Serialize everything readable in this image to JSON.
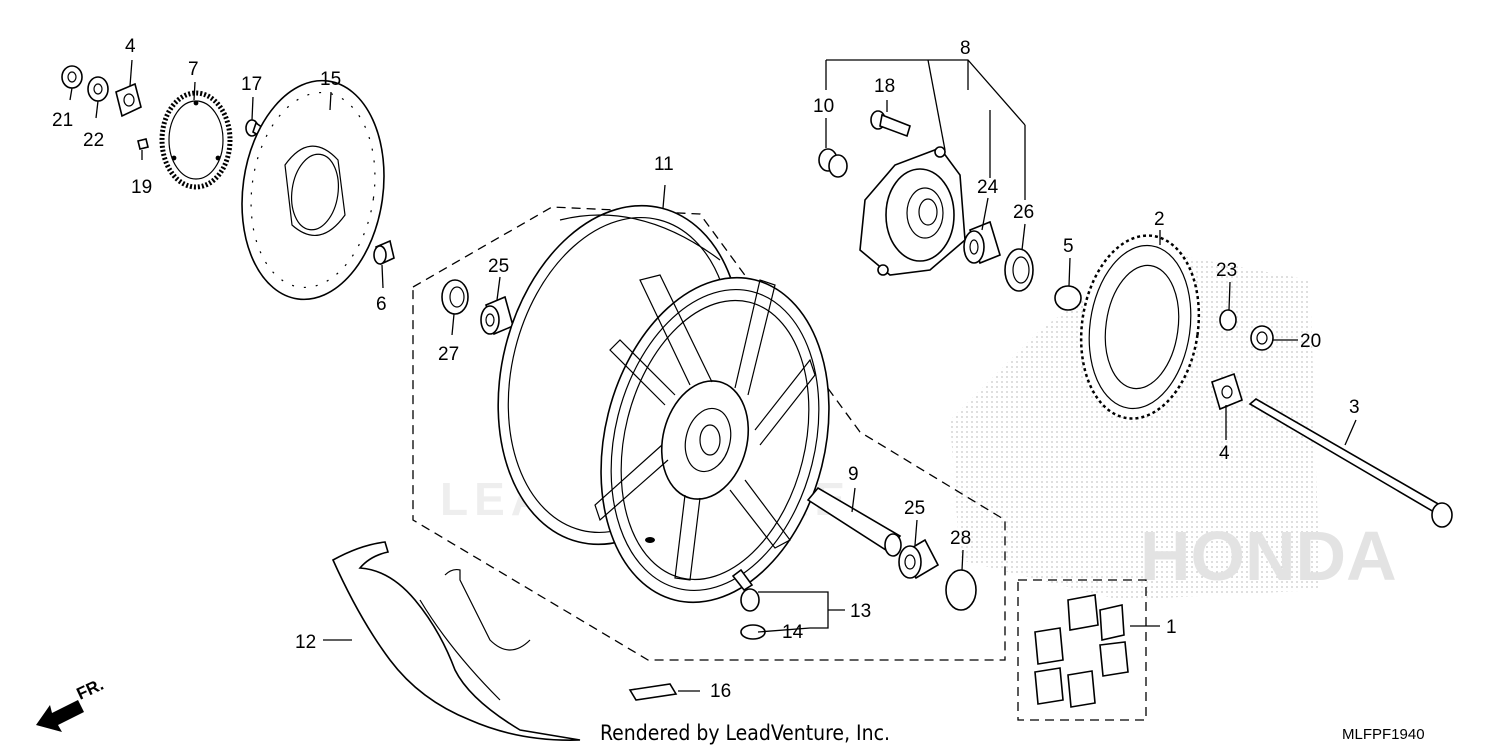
{
  "callouts": {
    "c1": "1",
    "c2": "2",
    "c3": "3",
    "c4a": "4",
    "c4b": "4",
    "c5": "5",
    "c6": "6",
    "c7": "7",
    "c8": "8",
    "c9": "9",
    "c10": "10",
    "c11": "11",
    "c12": "12",
    "c13": "13",
    "c14": "14",
    "c15": "15",
    "c16": "16",
    "c17": "17",
    "c18": "18",
    "c19": "19",
    "c20": "20",
    "c21": "21",
    "c22": "22",
    "c23": "23",
    "c24": "24",
    "c25a": "25",
    "c25b": "25",
    "c26": "26",
    "c27": "27",
    "c28": "28"
  },
  "front_indicator": "FR.",
  "credit": "Rendered by LeadVenture, Inc.",
  "diagram_code": "MLFPF1940",
  "watermark_brand": "HONDA",
  "watermark_vendor": "LEADVENTURE",
  "colors": {
    "ink": "#000000",
    "watermark": "#d9d9d9",
    "background": "#ffffff"
  }
}
